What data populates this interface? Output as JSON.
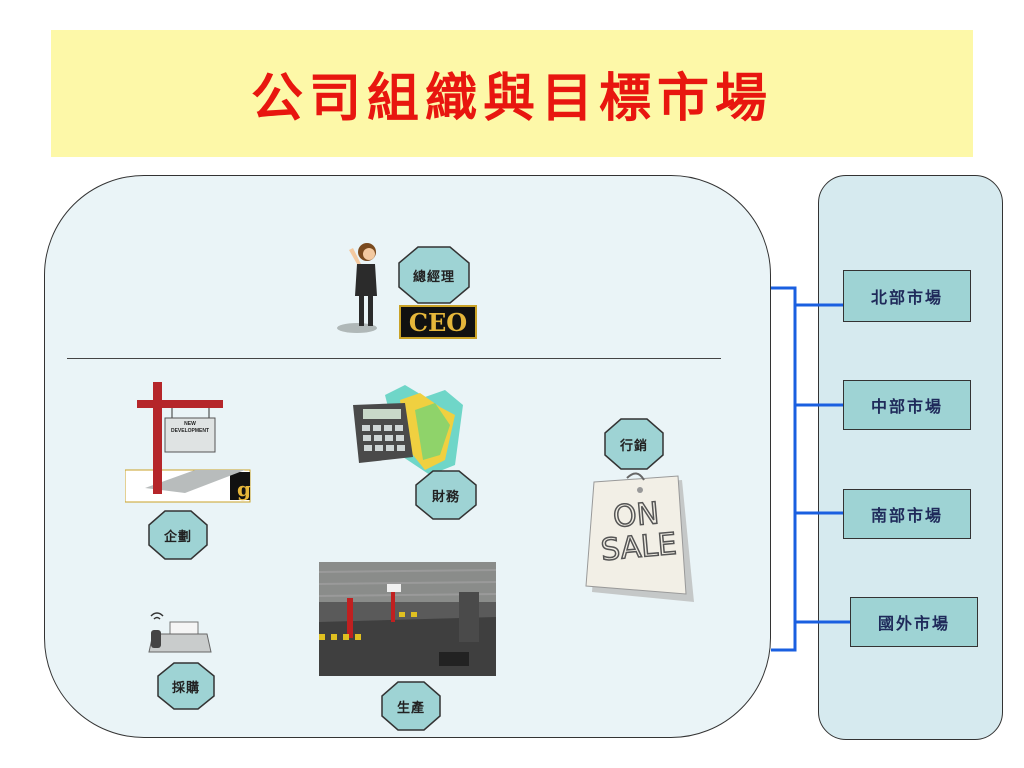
{
  "title": "公司組織與目標市場",
  "departments": {
    "ceo": "總經理",
    "ceo_sign": "CEO",
    "planning": "企劃",
    "finance": "財務",
    "marketing": "行銷",
    "purchasing": "採購",
    "production": "生產"
  },
  "signpost_text": [
    "NEW",
    "DEVELOPMENT"
  ],
  "sale_sign": [
    "ON",
    "SALE"
  ],
  "markets": [
    "北部市場",
    "中部市場",
    "南部市場",
    "國外市場"
  ],
  "colors": {
    "title_bg": "#fdf8a8",
    "title_text": "#e8160f",
    "panel": "#eaf4f7",
    "octagon": "#9ed3d4",
    "connector": "#1a5fe0"
  }
}
